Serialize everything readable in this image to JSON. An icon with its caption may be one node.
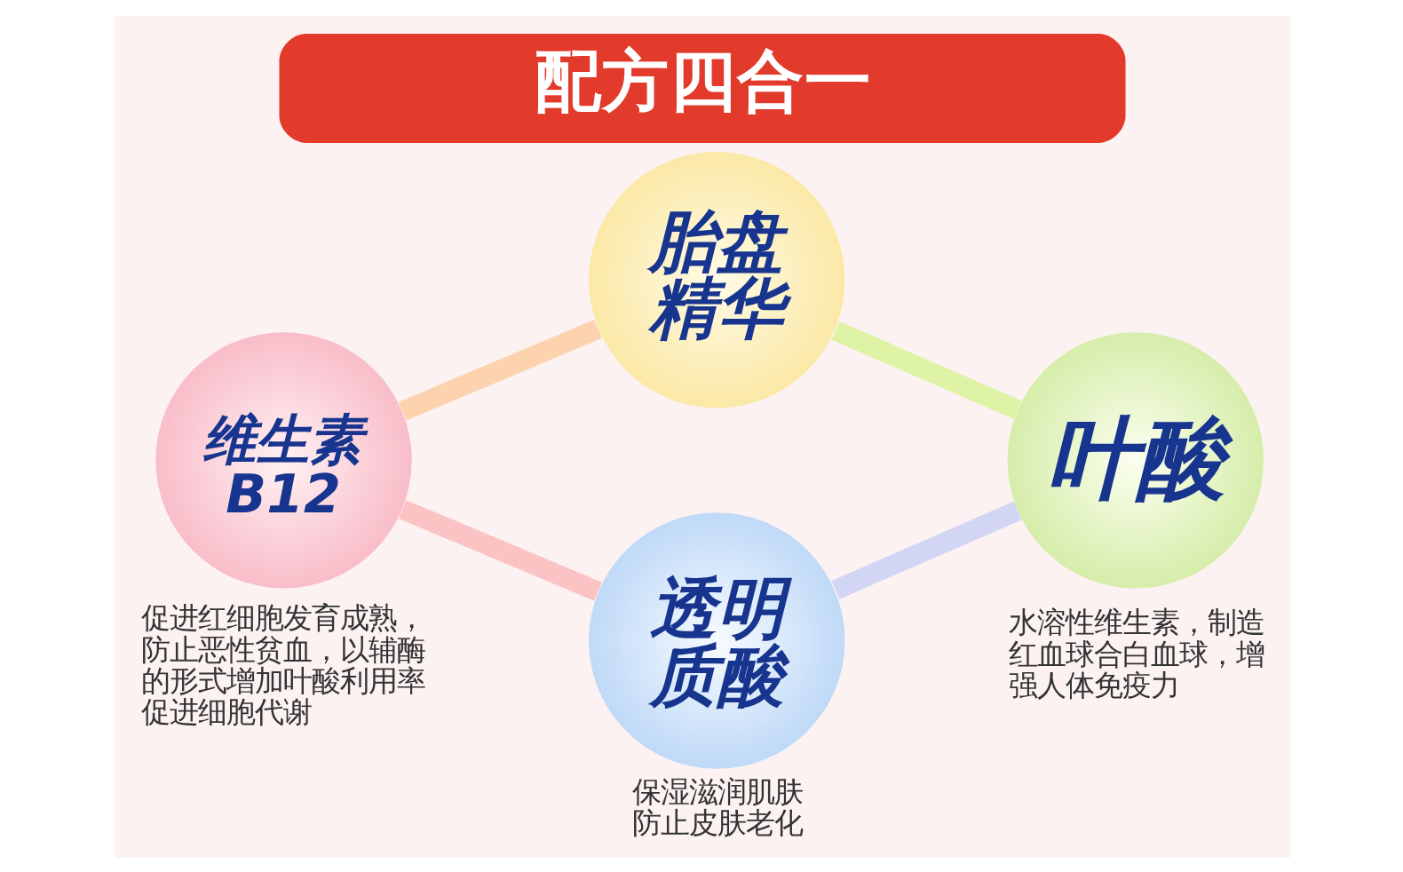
{
  "diagram": {
    "title": "配方四合一",
    "nodes": [
      {
        "text": [
          "胎盘精华"
        ]
      },
      {
        "text": [
          "维生素B12"
        ],
        "beside": [
          "促进红细胞发育成熟，防止恶性贫血，以辅酶的形式增加叶酸利用率促进细胞代谢"
        ]
      },
      {
        "text": [
          "叶酸"
        ],
        "beside": [
          "水溶性维生素，制造红血球合白血球，增强人体免疫力"
        ]
      },
      {
        "text": [
          "透明质酸"
        ],
        "beside": [
          "保湿滋润肌肤防止皮肤老化"
        ]
      }
    ],
    "edges": [
      {
        "from": 1,
        "to": 0,
        "arrow": "none",
        "color": "#fcd3ae"
      },
      {
        "from": 0,
        "to": 2,
        "arrow": "none",
        "color": "#def3a6"
      },
      {
        "from": 3,
        "to": 2,
        "arrow": "none",
        "color": "#d2d6f4"
      },
      {
        "from": 1,
        "to": 3,
        "arrow": "none",
        "color": "#fbc3c3"
      }
    ]
  }
}
